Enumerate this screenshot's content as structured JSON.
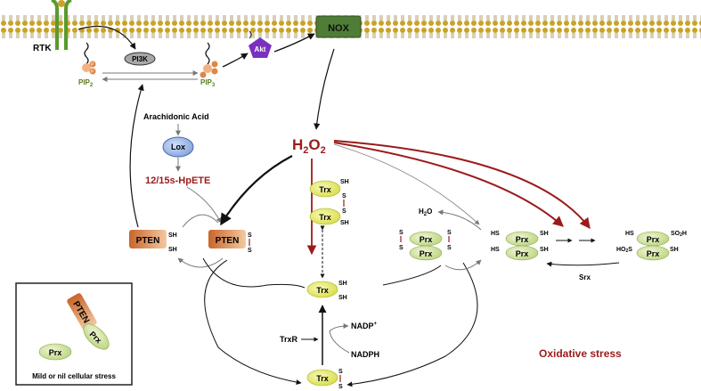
{
  "membrane": {
    "rtk_label": "RTK",
    "pi3k_label": "PI3K",
    "akt_label": "Akt",
    "nox_label": "NOX",
    "pip2_label": "PIP",
    "pip2_sub": "2",
    "pip3_label": "PIP",
    "pip3_sub": "3",
    "phosphate": "P"
  },
  "lipid_pathway": {
    "arachidonic_acid": "Arachidonic Acid",
    "lox": "Lox",
    "hpete": "12/15s-HpETE"
  },
  "h2o2": {
    "main": "H",
    "sub1": "2",
    "mid": "O",
    "sub2": "2"
  },
  "pten": {
    "label": "PTEN",
    "sh": "SH",
    "s": "S"
  },
  "trx": {
    "label": "Trx",
    "sh": "SH",
    "s": "S",
    "trxr": "TrxR",
    "nadp": "NADP",
    "nadp_sup": "+",
    "nadph": "NADPH"
  },
  "prx": {
    "label": "Prx",
    "h2o": "H",
    "h2o_sub": "2",
    "h2o_o": "O",
    "hs": "HS",
    "sh": "SH",
    "s": "S",
    "ho2s": "HO",
    "ho2s_sub": "2",
    "ho2s_s": "S",
    "so2h": "SO",
    "so2h_sub": "2",
    "so2h_h": "H",
    "srx": "Srx"
  },
  "labels": {
    "oxidative_stress": "Oxidative stress"
  },
  "legend": {
    "pten": "PTEN",
    "prx1": "Prx",
    "prx2": "Prx",
    "caption": "Mild or nil cellular stress"
  },
  "colors": {
    "dark_red": "#9b1b1b",
    "membrane_head": "#c9a227",
    "nox_green": "#4f7d36",
    "akt_purple": "#7b2fbf",
    "pten_orange": "#d9894a",
    "trx_yellow": "#e8ec6b",
    "prx_green": "#d5e6a0",
    "lox_blue": "#9db7e6",
    "rtk_green": "#5a9a2c"
  }
}
